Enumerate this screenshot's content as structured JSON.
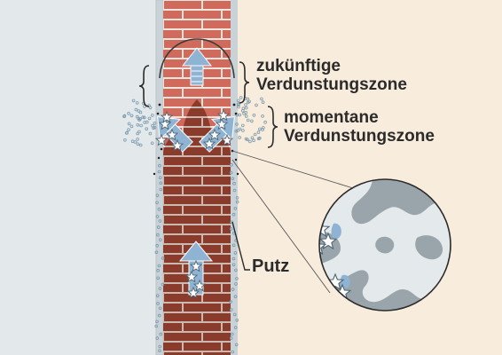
{
  "labels": {
    "future_zone": [
      "zukünftige",
      "Verdunstungszone"
    ],
    "current_zone": [
      "momentane",
      "Verdunstungszone"
    ],
    "plaster": "Putz"
  },
  "colors": {
    "outside_air": "#e3e8ea",
    "inside_room": "#f8ecdc",
    "dry_brick": "#d06a5d",
    "wet_brick": "#8a3b2b",
    "mortar_dry": "#efe4dc",
    "mortar_wet": "#c9b9ae",
    "plaster": "#c9d2d6",
    "arrow": "#8fb3d2",
    "pore_material": "#9aa5ab",
    "pore_space": "#e4e9ec",
    "text": "#2b2b2b"
  },
  "icons": [
    "upward-moisture-arrow",
    "evaporation-arrow",
    "salt-crystal-icon",
    "magnifier-circle"
  ]
}
